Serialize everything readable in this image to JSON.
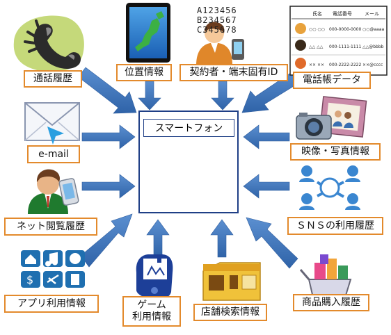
{
  "center": {
    "label": "スマートフォン"
  },
  "sources": {
    "call_history": "通話履歴",
    "location": "位置情報",
    "subscriber_id": "契約者・端末固有ID",
    "phonebook": "電話帳データ",
    "email": "e-mail",
    "media": "映像・写真情報",
    "browsing": "ネット閲覧履歴",
    "sns": "ＳＮＳの利用履歴",
    "app_usage": "アプリ利用情報",
    "game": [
      "ゲーム",
      "利用情報"
    ],
    "store_search": "店舗検索情報",
    "purchase": "商品購入履歴"
  },
  "id_numbers": [
    "A123456",
    "B234567",
    "C345678"
  ],
  "phonebook_card": {
    "headers": [
      "氏名",
      "電話番号",
      "メール"
    ],
    "rows": [
      [
        "○○ ○○",
        "000-0000-0000",
        "○○@aaaa"
      ],
      [
        "△△ △△",
        "000-1111-1111",
        "△△@bbbb"
      ],
      [
        "×× ××",
        "000-2222-2222",
        "××@cccc"
      ]
    ]
  },
  "icon_text": {
    "percent": "%",
    "at": "@",
    "hash": "#"
  },
  "colors": {
    "arrow": "#3f74b8",
    "label_border": "#e38a2c",
    "center_border": "#1f3f86"
  }
}
